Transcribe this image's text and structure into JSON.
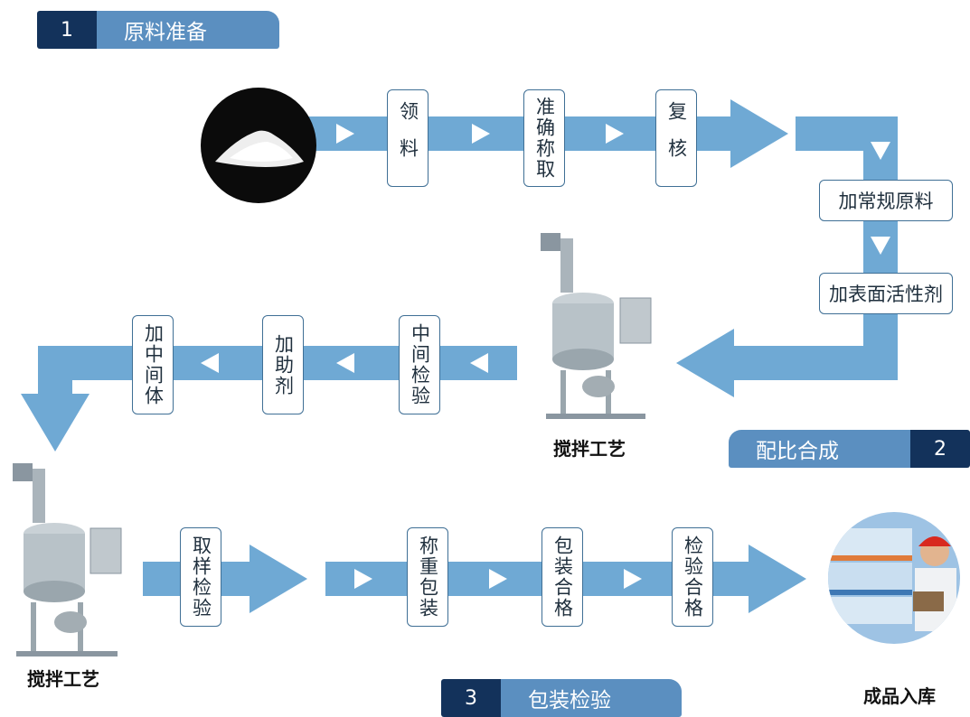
{
  "sections": {
    "s1": {
      "num": "1",
      "title": "原料准备"
    },
    "s2": {
      "num": "2",
      "title": "配比合成"
    },
    "s3": {
      "num": "3",
      "title": "包装检验"
    }
  },
  "steps_row1": [
    "领料",
    "准确称取",
    "复核"
  ],
  "steps_right": [
    "加常规原料",
    "加表面活性剂"
  ],
  "steps_row2": [
    "中间检验",
    "加助剂",
    "加中间体"
  ],
  "steps_row3": [
    "取样检验",
    "称重包装",
    "包装合格",
    "检验合格"
  ],
  "captions": {
    "mixer_top": "搅拌工艺",
    "mixer_bottom": "搅拌工艺",
    "warehouse": "成品入库"
  },
  "colors": {
    "flow": "#6fa9d4",
    "header_dark": "#13325b",
    "header_light": "#5b8fc0"
  }
}
